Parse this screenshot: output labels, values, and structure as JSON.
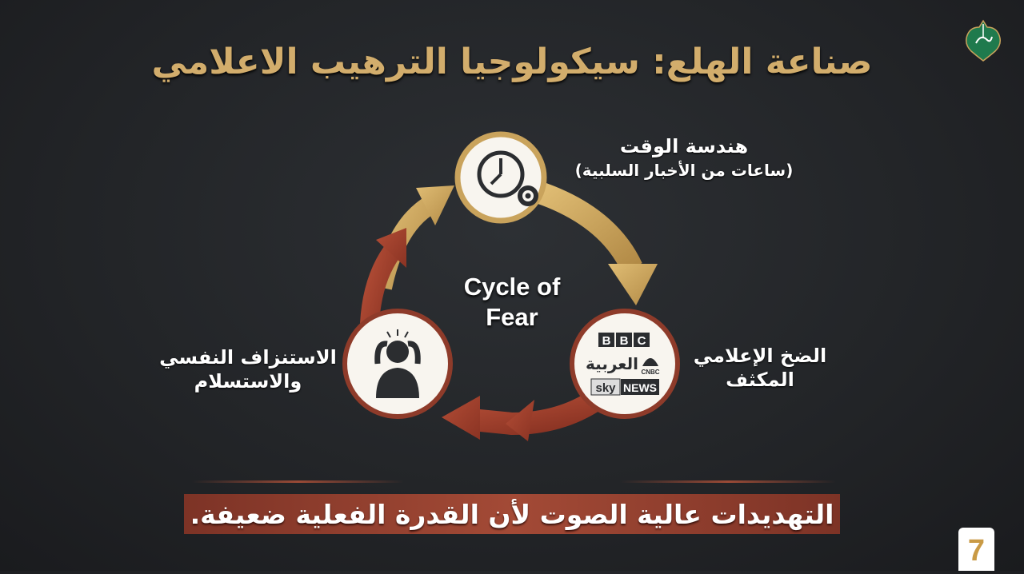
{
  "title": "صناعة الهلع: سيكولوجيا الترهيب الاعلامي",
  "logo": {
    "name": "logo-emblem",
    "color": "#1f7a4d"
  },
  "diagram": {
    "center_label_line1": "Cycle of",
    "center_label_line2": "Fear",
    "nodes": [
      {
        "title": "هندسة الوقت",
        "subtitle": "(ساعات من الأخبار السلبية)",
        "icon": "clock-gear-icon"
      },
      {
        "title_line1": "الضخ الإعلامي",
        "title_line2": "المكثف",
        "icon": "news-logos-icon",
        "logos": [
          "BBC",
          "العربية",
          "CNBC",
          "sky",
          "NEWS"
        ]
      },
      {
        "title_line1": "الاستنزاف النفسي",
        "title_line2": "والاستسلام",
        "icon": "stressed-person-icon"
      }
    ],
    "colors": {
      "gold": "#c9a35c",
      "red": "#a3432f"
    }
  },
  "banner": "التهديدات عالية الصوت لأن القدرة الفعلية ضعيفة.",
  "page_number": "7"
}
